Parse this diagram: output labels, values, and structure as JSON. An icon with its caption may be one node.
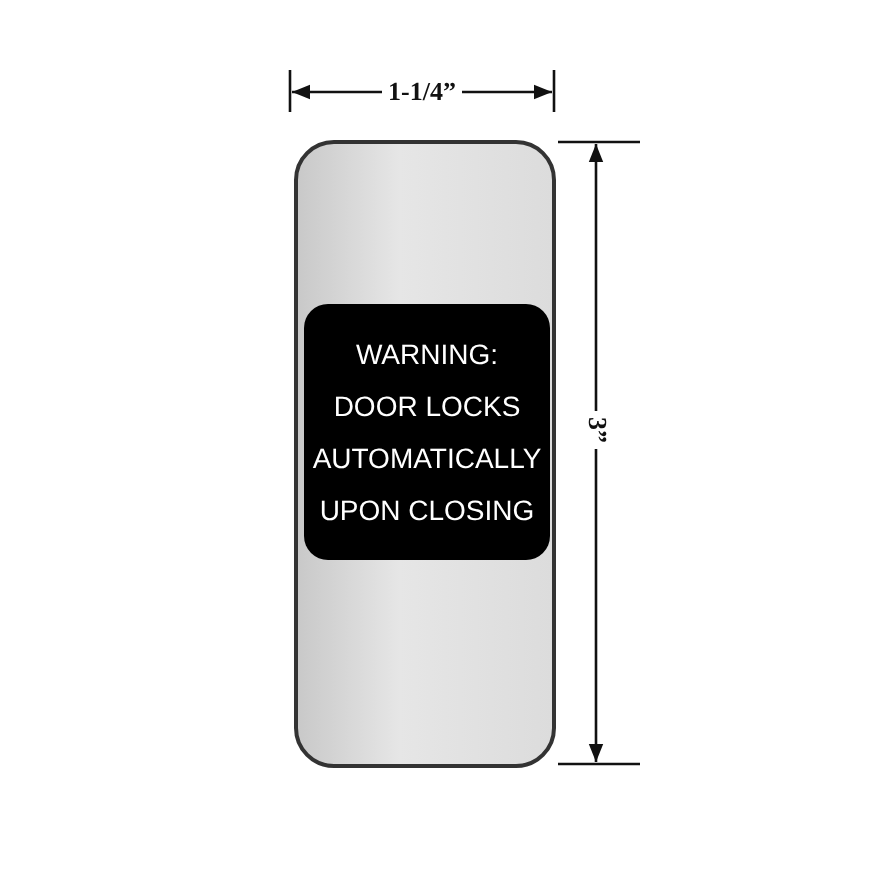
{
  "diagram": {
    "nodes": [
      {
        "text": [],
        "shape": "box"
      },
      {
        "text": [
          "WARNING:",
          "DOOR LOCKS AUTOMATICALLY UPON CLOSING"
        ],
        "in": 0
      }
    ],
    "edges": [],
    "labels": [
      "1-1/4”",
      "3”"
    ]
  }
}
